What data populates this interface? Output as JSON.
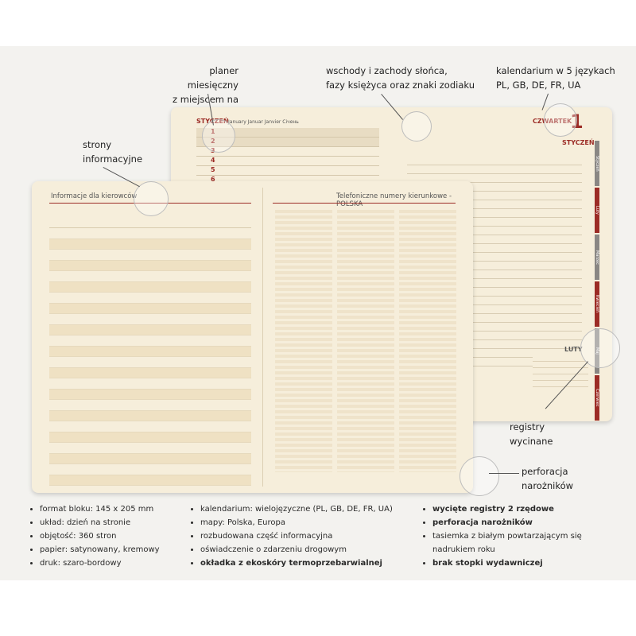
{
  "annotations": {
    "planner_monthly": [
      "planer miesięczny",
      "z miejscem na notatki"
    ],
    "sunrise": [
      "wschody i zachody słońca,",
      "fazy księżyca oraz znaki zodiaku"
    ],
    "calendar_langs": [
      "kalendarium w 5 językach",
      "PL, GB, DE, FR, UA"
    ],
    "info_pages": [
      "strony",
      "informacyjne"
    ],
    "registers": [
      "registry",
      "wycinane"
    ],
    "perforation": [
      "perforacja",
      "narożników"
    ]
  },
  "back_page": {
    "month": "STYCZEŃ",
    "month_langs": "January  Januar  Janvier  Січень",
    "day_numbers": [
      "1",
      "2",
      "3",
      "4",
      "5",
      "6"
    ],
    "weekday": "CZWARTEK",
    "big_day": "1",
    "month_right": "STYCZEŃ",
    "tabs": [
      "Styczeń",
      "Luty",
      "Marzec",
      "Kwiecień",
      "Maj",
      "Czerwiec"
    ],
    "mini_cal_title": "LUTY"
  },
  "front_page": {
    "left_title": "Informacje dla kierowców",
    "right_title": "Telefoniczne numery kierunkowe - POLSKA"
  },
  "bullets": {
    "col1": [
      "format bloku: 145 x 205 mm",
      "układ: dzień na stronie",
      "objętość: 360 stron",
      "papier: satynowany, kremowy",
      "druk: szaro-bordowy"
    ],
    "col2": [
      "kalendarium: wielojęzyczne (PL, GB, DE, FR, UA)",
      "mapy: Polska, Europa",
      "rozbudowana część informacyjna",
      "oświadczenie o zdarzeniu drogowym",
      "okładka z ekoskóry termoprzebarwialnej"
    ],
    "col3": [
      "wycięte registry 2 rzędowe",
      "perforacja narożników",
      "tasiemka z białym powtarzającym się",
      "nadrukiem roku",
      "brak stopki wydawniczej"
    ]
  }
}
